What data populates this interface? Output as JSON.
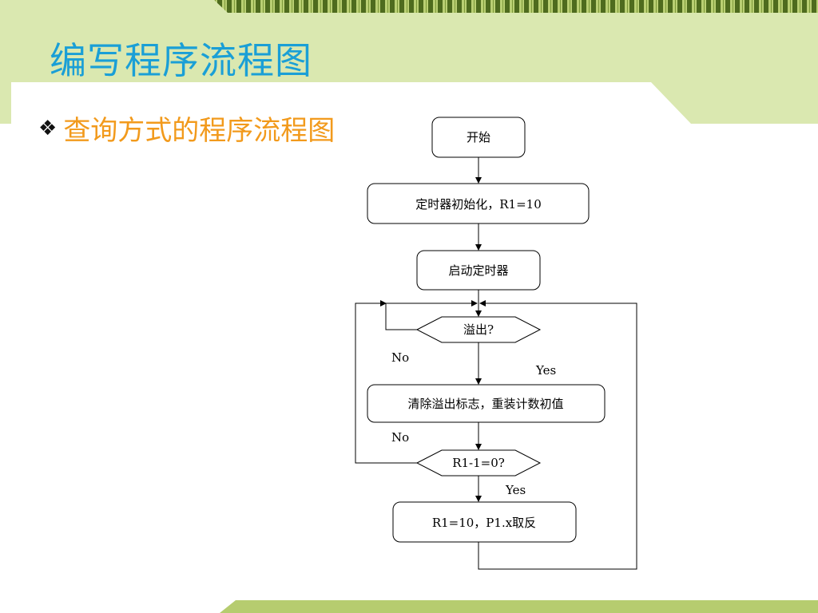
{
  "slide": {
    "title": "编写程序流程图",
    "bullet_icon": "four-diamonds-bullet-icon",
    "bullet": "查询方式的程序流程图"
  },
  "flowchart": {
    "start": "开始",
    "init": "定时器初始化，R1=10",
    "start_timer": "启动定时器",
    "overflow_decision": "溢出?",
    "overflow_no": "No",
    "overflow_yes": "Yes",
    "clear_reload": "清除溢出标志，重装计数初值",
    "r1_no": "No",
    "r1_decision": "R1-1=0?",
    "r1_yes": "Yes",
    "toggle": "R1=10，P1.x取反"
  },
  "colors": {
    "background_light_green": "#dae8b0",
    "stripe_dark_green": "#5b7a23",
    "stripe_light": "#c8db8c",
    "title_blue": "#1a9fd6",
    "bullet_orange": "#f29a1c"
  }
}
